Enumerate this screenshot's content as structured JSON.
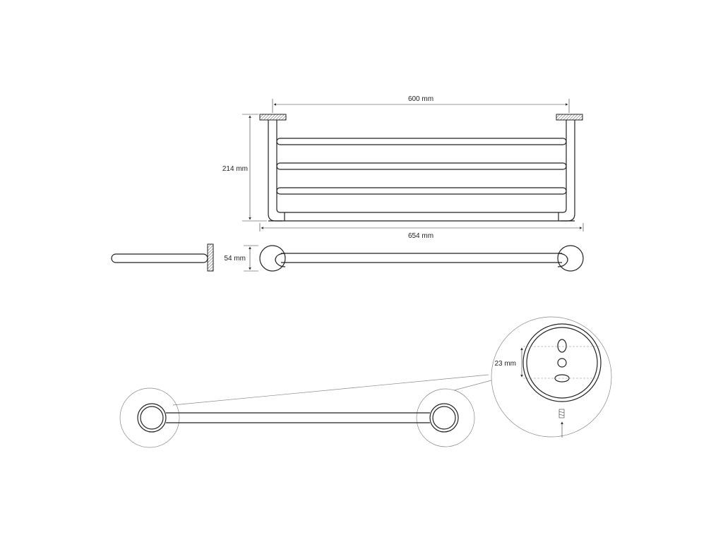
{
  "dimensions": {
    "width_top": "600 mm",
    "height": "214 mm",
    "width_overall": "654 mm",
    "depth": "54 mm",
    "hole_spacing": "23 mm"
  },
  "colors": {
    "line": "#222222",
    "hatch": "#555555",
    "background": "#ffffff"
  }
}
